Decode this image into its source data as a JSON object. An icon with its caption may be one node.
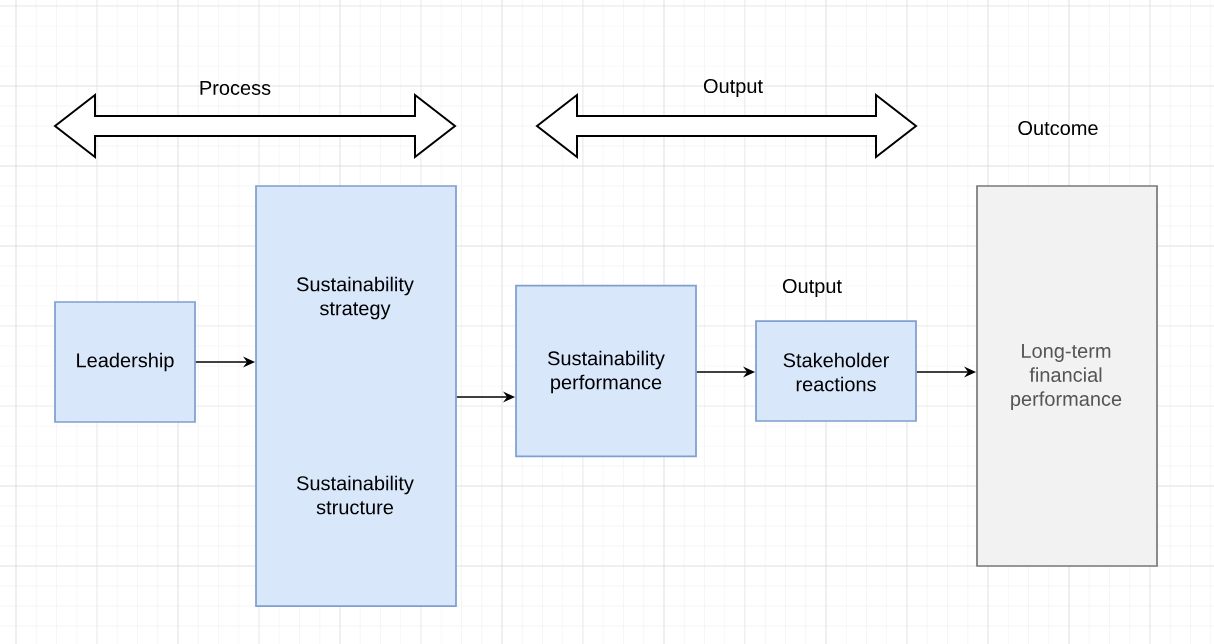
{
  "diagram": {
    "nodes": [
      {
        "text": [
          "Leadership"
        ]
      },
      {
        "text": [
          "Sustainability strategy",
          "Sustainability structure"
        ]
      },
      {
        "text": [
          "Sustainability performance"
        ]
      },
      {
        "text": [
          "Output",
          "Stakeholder reactions"
        ]
      },
      {
        "text": [
          "Outcome",
          "Long-term financial performance"
        ]
      }
    ],
    "edges": [
      {
        "from": 0,
        "to": 1,
        "arrow": "to"
      },
      {
        "from": 1,
        "to": 2,
        "arrow": "to"
      },
      {
        "from": 2,
        "to": 3,
        "arrow": "to"
      },
      {
        "from": 3,
        "to": 4,
        "arrow": "to"
      }
    ],
    "labels": [
      "Process",
      "Output"
    ]
  }
}
